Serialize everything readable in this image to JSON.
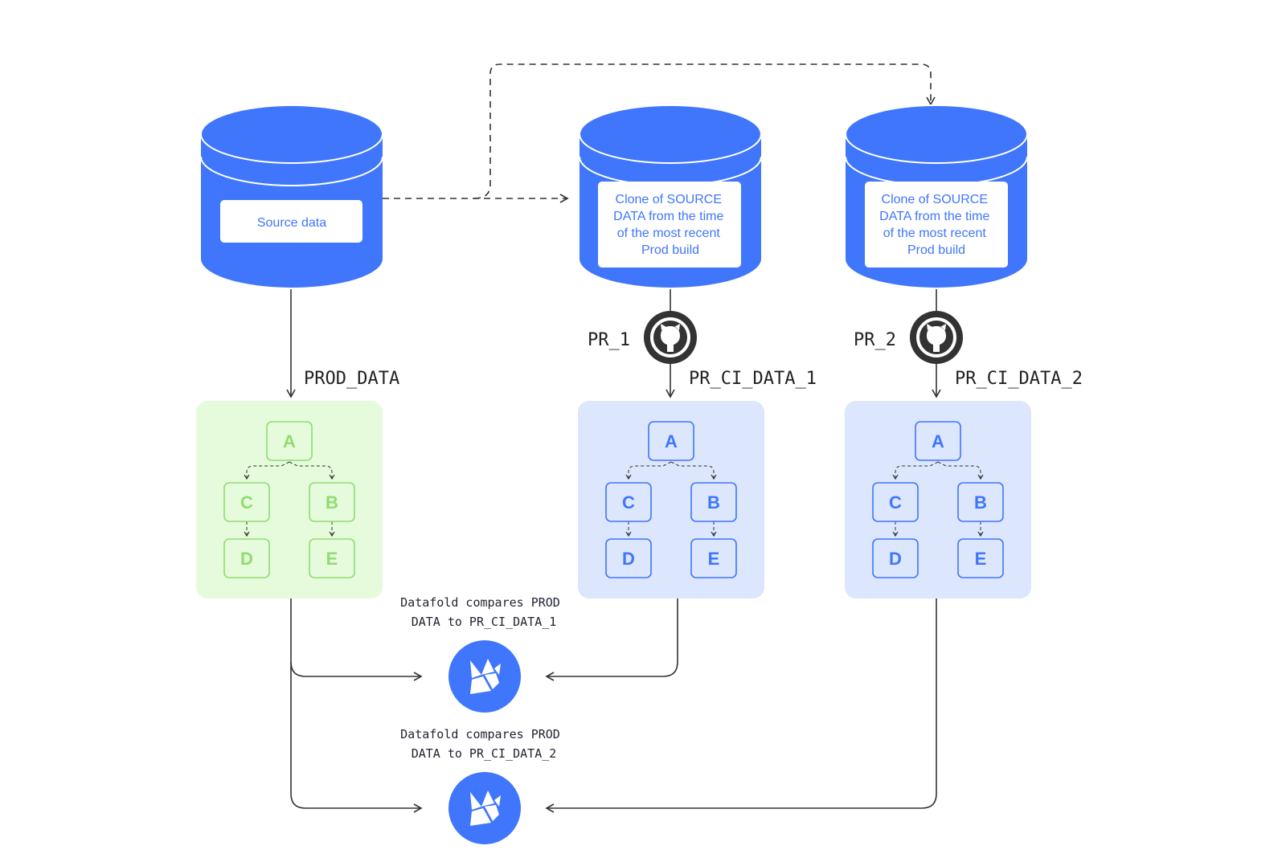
{
  "colors": {
    "primary_blue": "#3f76fc",
    "light_blue": "#dce6fc",
    "light_green": "#e6fbdb",
    "green": "#8fdc72",
    "dark": "#333333",
    "github": "#333333"
  },
  "databases": {
    "source": {
      "label": "Source data"
    },
    "clone_1": {
      "lines": [
        "Clone of SOURCE",
        "DATA from the time",
        "of the most recent",
        "Prod build"
      ]
    },
    "clone_2": {
      "lines": [
        "Clone of SOURCE",
        "DATA from the time",
        "of the most recent",
        "Prod build"
      ]
    }
  },
  "labels": {
    "prod_data": "PROD_DATA",
    "pr_1": "PR_1",
    "pr_2": "PR_2",
    "pr_ci_data_1": "PR_CI_DATA_1",
    "pr_ci_data_2": "PR_CI_DATA_2"
  },
  "dags": {
    "prod": {
      "nodes": [
        "A",
        "C",
        "B",
        "D",
        "E"
      ]
    },
    "pr1": {
      "nodes": [
        "A",
        "C",
        "B",
        "D",
        "E"
      ]
    },
    "pr2": {
      "nodes": [
        "A",
        "C",
        "B",
        "D",
        "E"
      ]
    }
  },
  "comparisons": [
    {
      "lines": [
        "Datafold compares PROD",
        "DATA to PR_CI_DATA_1"
      ],
      "icon": "datafold-logo-icon"
    },
    {
      "lines": [
        "Datafold compares PROD",
        "DATA to PR_CI_DATA_2"
      ],
      "icon": "datafold-logo-icon"
    }
  ],
  "icons": {
    "github": "github-icon",
    "datafold": "datafold-logo-icon"
  }
}
